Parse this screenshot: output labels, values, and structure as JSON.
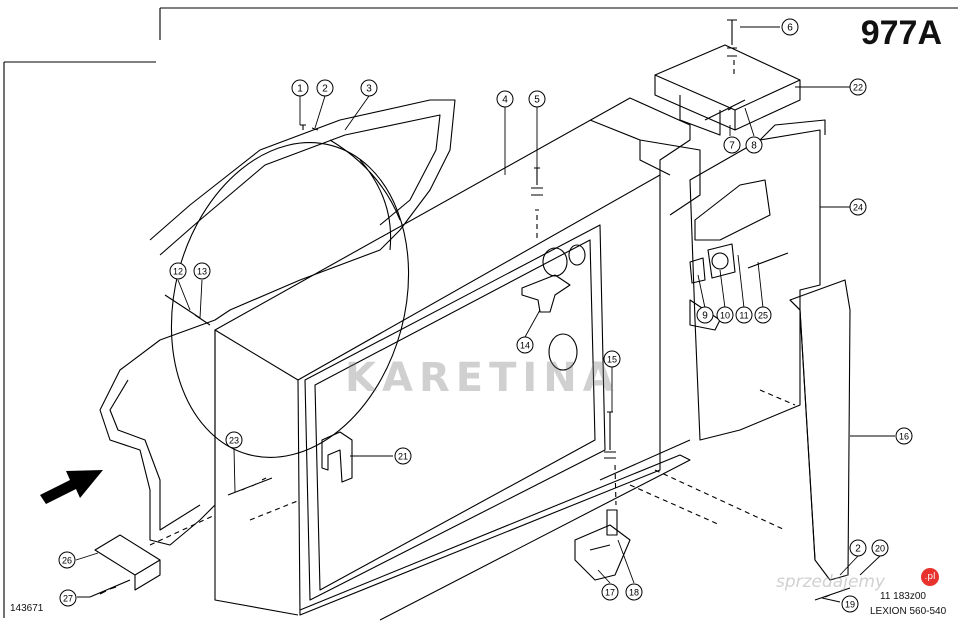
{
  "header": {
    "diagram_code": "977A"
  },
  "footer": {
    "part_number": "143671",
    "drawing_ref": "11 183z00",
    "model": "LEXION 560-540"
  },
  "watermarks": {
    "main": "KARETINA",
    "site": "sprzedajemy",
    "site_suffix": ".pl"
  },
  "callouts": [
    {
      "n": "1"
    },
    {
      "n": "2"
    },
    {
      "n": "3"
    },
    {
      "n": "4"
    },
    {
      "n": "5"
    },
    {
      "n": "6"
    },
    {
      "n": "22"
    },
    {
      "n": "7"
    },
    {
      "n": "8"
    },
    {
      "n": "24"
    },
    {
      "n": "12"
    },
    {
      "n": "13"
    },
    {
      "n": "9"
    },
    {
      "n": "10"
    },
    {
      "n": "11"
    },
    {
      "n": "25"
    },
    {
      "n": "14"
    },
    {
      "n": "15"
    },
    {
      "n": "16"
    },
    {
      "n": "21"
    },
    {
      "n": "23"
    },
    {
      "n": "26"
    },
    {
      "n": "27"
    },
    {
      "n": "17"
    },
    {
      "n": "18"
    },
    {
      "n": "2"
    },
    {
      "n": "20"
    },
    {
      "n": "19"
    }
  ]
}
